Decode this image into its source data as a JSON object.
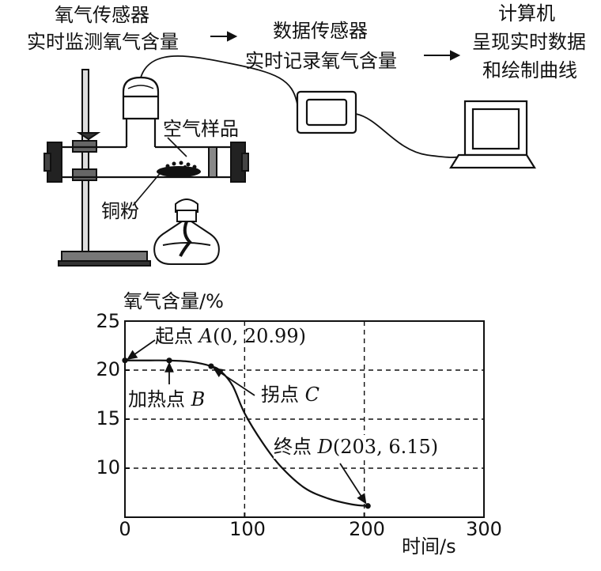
{
  "apparatus": {
    "sensor_label": [
      "氧气传感器",
      "实时监测氧气含量"
    ],
    "data_logger_label": [
      "数据传感器",
      "实时记录氧气含量"
    ],
    "computer_label": [
      "计算机",
      "呈现实时数据",
      "和绘制曲线"
    ],
    "sample_label": "空气样品",
    "copper_label": "铜粉"
  },
  "chart_data": {
    "type": "line",
    "ylabel": "氧气含量/%",
    "xlabel": "时间/s",
    "xlim": [
      0,
      300
    ],
    "ylim": [
      5,
      25
    ],
    "x_ticks": [
      "0",
      "100",
      "200",
      "300"
    ],
    "y_ticks": [
      "10",
      "15",
      "20",
      "25"
    ],
    "grid": "dashed",
    "series": [
      {
        "x": [
          0,
          20,
          37,
          55,
          72,
          80,
          90,
          100,
          115,
          130,
          150,
          170,
          190,
          203
        ],
        "y": [
          20.99,
          20.99,
          20.98,
          20.85,
          20.4,
          19.9,
          18.4,
          15.6,
          12.6,
          10.2,
          8.0,
          6.9,
          6.3,
          6.15
        ]
      }
    ],
    "points": [
      {
        "x": 0,
        "y": 20.99
      },
      {
        "x": 37,
        "y": 20.98
      },
      {
        "x": 72,
        "y": 20.4
      },
      {
        "x": 203,
        "y": 6.15
      }
    ],
    "annotations": {
      "start": {
        "text": "起点",
        "letter": "A",
        "coords": "(0, 20.99)"
      },
      "heating": {
        "text": "加热点",
        "letter": "B"
      },
      "inflection": {
        "text": "拐点",
        "letter": "C"
      },
      "end": {
        "text": "终点",
        "letter": "D",
        "coords": "(203, 6.15)"
      }
    }
  }
}
